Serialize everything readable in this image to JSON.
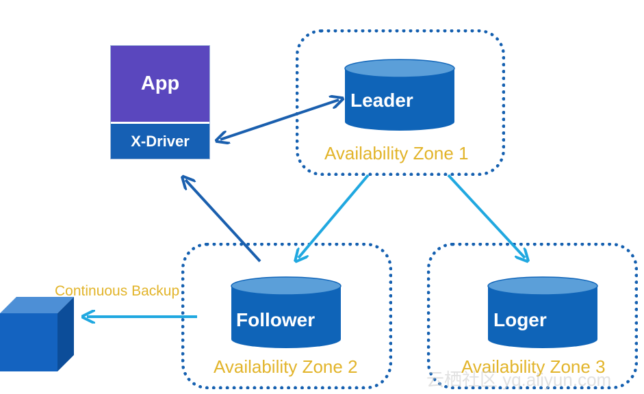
{
  "app": {
    "title": "App",
    "driver": "X-Driver"
  },
  "nodes": {
    "leader": "Leader",
    "follower": "Follower",
    "loger": "Loger"
  },
  "zones": {
    "zone1": "Availability Zone 1",
    "zone2": "Availability Zone 2",
    "zone3": "Availability Zone 3"
  },
  "backup": {
    "label": "Continuous Backup"
  },
  "watermark": "云栖社区 yq.aliyun.com",
  "colors": {
    "zone_border": "#1560b0",
    "zone_label": "#e2b42a",
    "app_purple": "#5a47be",
    "driver_blue": "#1660b4",
    "db_blue": "#0f64b8",
    "db_top": "#5b9fd9",
    "arrow_dark": "#1a5fae",
    "arrow_light": "#20a8e0"
  }
}
